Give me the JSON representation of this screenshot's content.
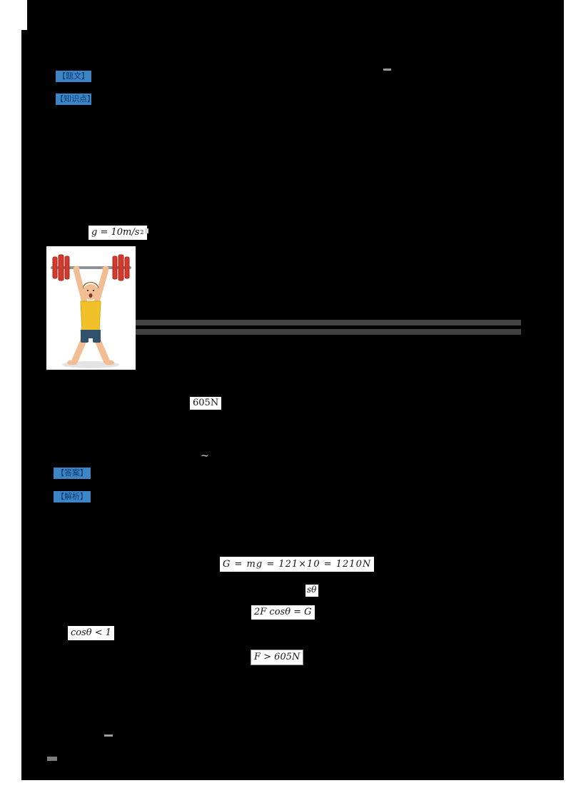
{
  "page": {
    "title": "physics-problem-worksheet",
    "canvas_color": "#000000",
    "margin_color": "#ffffff"
  },
  "labels": {
    "question": "【题文】",
    "knowledge": "【知识点】",
    "answer": "【答案】",
    "analysis": "【解析】",
    "chip_bg": "#3d85c6",
    "chip_fg": "#0c3a6e"
  },
  "problem": {
    "gravity_value": "g = 10m/s",
    "gravity_exponent": "2",
    "option_value": "605N"
  },
  "solution": {
    "weight_equation": "G = mg = 121×10 = 1210N",
    "balance_equation": "2F cosθ = G",
    "cos_condition": "cosθ < 1",
    "theta_fragment": "sθ",
    "result": "F > 605N"
  },
  "fragments": {
    "squiggle": "~"
  },
  "figure": {
    "name": "weightlifter-with-barbell",
    "colors": {
      "plates": "#d23b2c",
      "bar": "#8d9399",
      "skin": "#f3bd93",
      "shirt": "#f2c028",
      "shorts": "#31526b",
      "hair": "#8a5a2b",
      "shadow": "#e3e3e3"
    }
  }
}
